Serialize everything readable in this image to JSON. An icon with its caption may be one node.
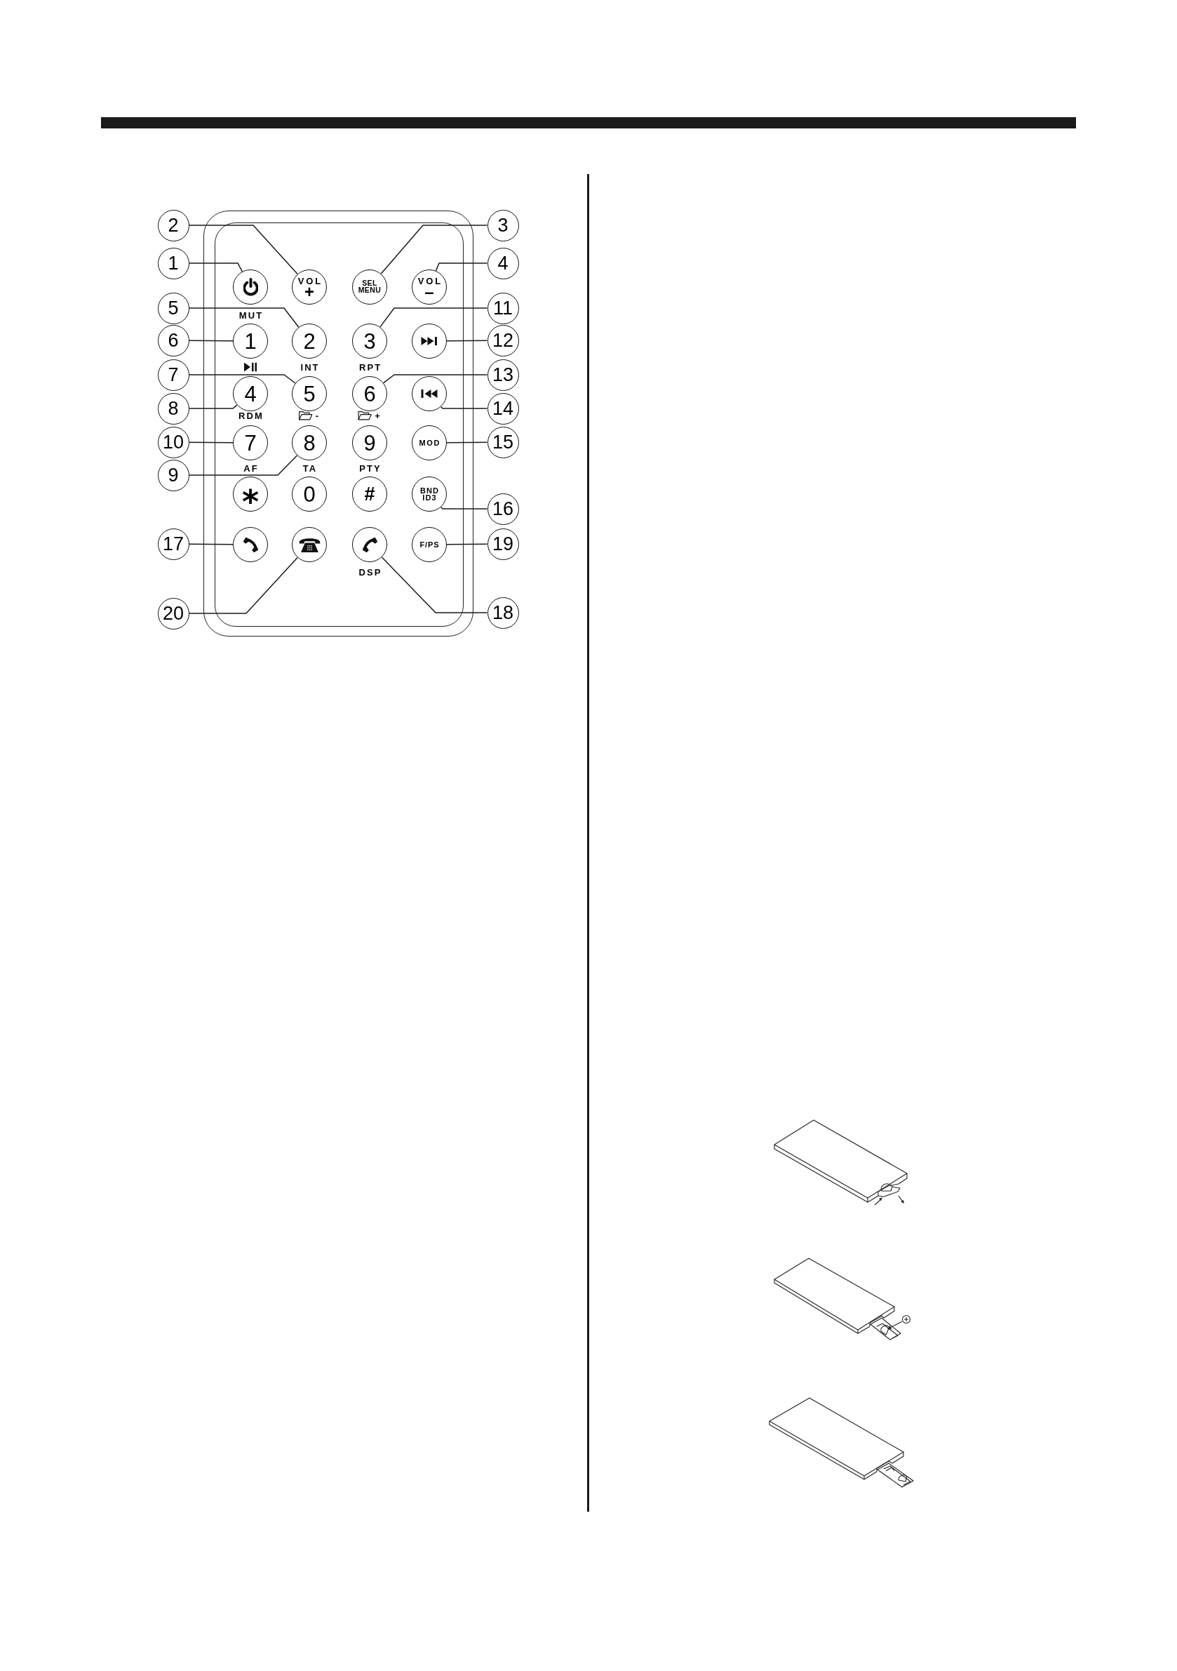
{
  "diagram": {
    "nodes": [
      {
        "text": [],
        "shape": "box"
      },
      {
        "text": [],
        "shape": "circle",
        "in": 0,
        "beside": [
          "MUT"
        ]
      },
      {
        "text": [
          "VOL",
          "+"
        ],
        "in": 0
      },
      {
        "text": [
          "SEL MENU"
        ],
        "in": 0
      },
      {
        "text": [
          "VOL",
          "–"
        ],
        "in": 0
      },
      {
        "text": [
          "1"
        ],
        "in": 0
      },
      {
        "text": [
          "2"
        ],
        "in": 0,
        "beside": [
          "INT"
        ]
      },
      {
        "text": [
          "3"
        ],
        "in": 0,
        "beside": [
          "RPT"
        ]
      },
      {
        "text": [],
        "shape": "circle",
        "in": 0
      },
      {
        "text": [
          "4"
        ],
        "in": 0,
        "beside": [
          "RDM"
        ]
      },
      {
        "text": [
          "5"
        ],
        "in": 0,
        "beside": [
          "-"
        ]
      },
      {
        "text": [
          "6"
        ],
        "in": 0,
        "beside": [
          "+"
        ]
      },
      {
        "text": [],
        "shape": "circle",
        "in": 0
      },
      {
        "text": [
          "7"
        ],
        "in": 0,
        "beside": [
          "AF"
        ]
      },
      {
        "text": [
          "8"
        ],
        "in": 0,
        "beside": [
          "TA"
        ]
      },
      {
        "text": [
          "9"
        ],
        "in": 0,
        "beside": [
          "PTY"
        ]
      },
      {
        "text": [
          "MOD"
        ],
        "in": 0
      },
      {
        "text": [
          "*"
        ],
        "in": 0
      },
      {
        "text": [
          "0"
        ],
        "in": 0
      },
      {
        "text": [
          "#"
        ],
        "in": 0
      },
      {
        "text": [
          "BND ID3"
        ],
        "in": 0
      },
      {
        "text": [],
        "shape": "circle",
        "in": 0
      },
      {
        "text": [],
        "shape": "circle",
        "in": 0
      },
      {
        "text": [],
        "shape": "circle",
        "in": 0,
        "beside": [
          "DSP"
        ]
      },
      {
        "text": [
          "F/PS"
        ],
        "in": 0
      },
      {
        "text": [
          "1"
        ]
      },
      {
        "text": [
          "2"
        ]
      },
      {
        "text": [
          "3"
        ]
      },
      {
        "text": [
          "4"
        ]
      },
      {
        "text": [
          "5"
        ]
      },
      {
        "text": [
          "6"
        ]
      },
      {
        "text": [
          "7"
        ]
      },
      {
        "text": [
          "8"
        ]
      },
      {
        "text": [
          "9"
        ]
      },
      {
        "text": [
          "10"
        ]
      },
      {
        "text": [
          "11"
        ]
      },
      {
        "text": [
          "12"
        ]
      },
      {
        "text": [
          "13"
        ]
      },
      {
        "text": [
          "14"
        ]
      },
      {
        "text": [
          "15"
        ]
      },
      {
        "text": [
          "16"
        ]
      },
      {
        "text": [
          "17"
        ]
      },
      {
        "text": [
          "18"
        ]
      },
      {
        "text": [
          "19"
        ]
      },
      {
        "text": [
          "20"
        ]
      }
    ],
    "edges": [
      {
        "from": 25,
        "to": 1,
        "arrow": "none"
      },
      {
        "from": 26,
        "to": 2,
        "arrow": "none"
      },
      {
        "from": 27,
        "to": 3,
        "arrow": "none"
      },
      {
        "from": 28,
        "to": 4,
        "arrow": "none"
      },
      {
        "from": 29,
        "to": 6,
        "arrow": "none"
      },
      {
        "from": 30,
        "to": 5,
        "arrow": "none"
      },
      {
        "from": 31,
        "to": 10,
        "arrow": "none"
      },
      {
        "from": 32,
        "to": 9,
        "arrow": "none"
      },
      {
        "from": 33,
        "to": 14,
        "arrow": "none"
      },
      {
        "from": 34,
        "to": 13,
        "arrow": "none"
      },
      {
        "from": 35,
        "to": 7,
        "arrow": "none"
      },
      {
        "from": 36,
        "to": 8,
        "arrow": "none"
      },
      {
        "from": 37,
        "to": 11,
        "arrow": "none"
      },
      {
        "from": 38,
        "to": 12,
        "arrow": "none"
      },
      {
        "from": 39,
        "to": 16,
        "arrow": "none"
      },
      {
        "from": 40,
        "to": 20,
        "arrow": "none"
      },
      {
        "from": 41,
        "to": 21,
        "arrow": "none"
      },
      {
        "from": 42,
        "to": 23,
        "arrow": "none"
      },
      {
        "from": 43,
        "to": 24,
        "arrow": "none"
      },
      {
        "from": 44,
        "to": 22,
        "arrow": "none"
      }
    ]
  }
}
